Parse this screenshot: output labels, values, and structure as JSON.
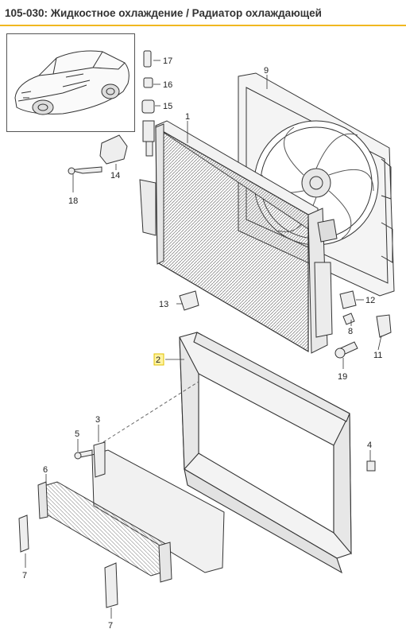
{
  "title": "105-030: Жидкостное охлаждение / Радиатор охлаждающей",
  "colors": {
    "accent_rule": "#f0b820",
    "highlight": "#fff3a0"
  },
  "callouts": [
    {
      "id": "17",
      "label": "17"
    },
    {
      "id": "16",
      "label": "16"
    },
    {
      "id": "15",
      "label": "15"
    },
    {
      "id": "1",
      "label": "1"
    },
    {
      "id": "9",
      "label": "9"
    },
    {
      "id": "14",
      "label": "14"
    },
    {
      "id": "18",
      "label": "18"
    },
    {
      "id": "12",
      "label": "12"
    },
    {
      "id": "13",
      "label": "13"
    },
    {
      "id": "8",
      "label": "8"
    },
    {
      "id": "11",
      "label": "11"
    },
    {
      "id": "2",
      "label": "2",
      "highlighted": true
    },
    {
      "id": "19",
      "label": "19"
    },
    {
      "id": "3",
      "label": "3"
    },
    {
      "id": "5",
      "label": "5"
    },
    {
      "id": "4",
      "label": "4"
    },
    {
      "id": "6",
      "label": "6"
    },
    {
      "id": "7a",
      "label": "7"
    },
    {
      "id": "7b",
      "label": "7"
    }
  ]
}
